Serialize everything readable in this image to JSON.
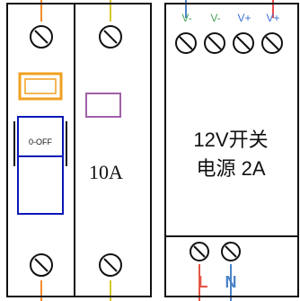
{
  "breaker": {
    "switch_label": "0-OFF"
  },
  "fuse": {
    "rating": "10A"
  },
  "power_supply": {
    "title_line1": "12V开关",
    "title_line2": "电源 2A",
    "output_terminals": [
      "V-",
      "V-",
      "V+",
      "V+"
    ],
    "input_terminals": [
      "L",
      "N"
    ]
  },
  "colors": {
    "wire_orange": "#f28b2b",
    "wire_yellow": "#d7c62b",
    "wire_blue": "#4e86c6",
    "wire_red": "#e84f4f",
    "terminal_green": "#49a35d",
    "terminal_blue": "#3b6fd4",
    "breaker_orange": "#f0a020",
    "switch_blue": "#0b18b8",
    "indicator_purple": "#a060a6",
    "input_L": "#e45645",
    "input_N": "#4b84c8"
  }
}
